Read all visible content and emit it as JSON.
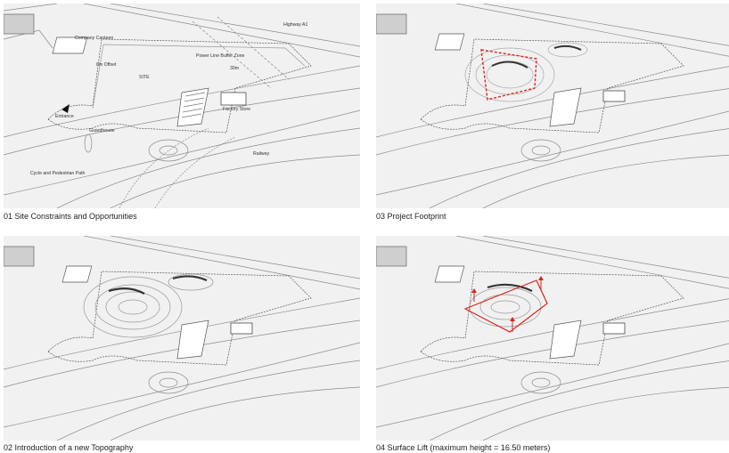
{
  "panels": [
    {
      "id": "01",
      "caption": "01  Site Constraints and Opportunities",
      "labels": {
        "highway": "Highway A1",
        "canteen": "Company Canteen",
        "offset": "6m Offset",
        "site": "SITE",
        "powerline": "Power Line Buffer Zone",
        "distance": "30m",
        "factory": "Factory Store",
        "entrance": "Entrance",
        "guardhouse": "Guardhouse",
        "railway": "Railway",
        "cycle": "Cycle and Pedestrian Path"
      }
    },
    {
      "id": "03",
      "caption": "03  Project Footprint"
    },
    {
      "id": "02",
      "caption": "02  Introduction of a new Topography"
    },
    {
      "id": "04",
      "caption": "04  Surface Lift  (maximum height = 16.50 meters)"
    }
  ],
  "colors": {
    "panel_bg": "#f1f1f1",
    "line": "#8a8a8a",
    "dark_line": "#444444",
    "accent_red": "#e0231b"
  }
}
